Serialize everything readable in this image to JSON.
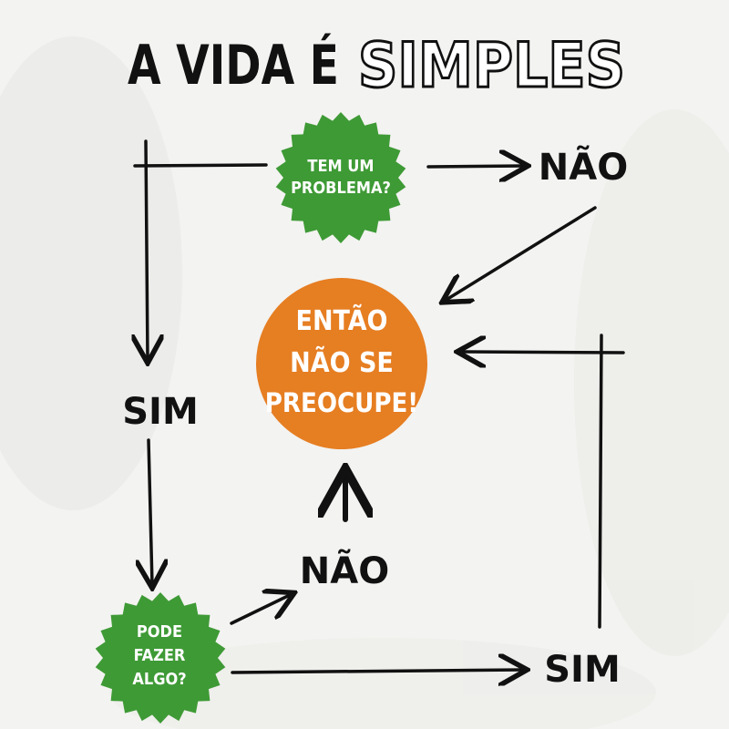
{
  "title": {
    "part1": "A VIDA É",
    "part2": "SIMPLES"
  },
  "nodes": {
    "problem": {
      "line1": "TEM UM",
      "line2": "PROBLEMA?"
    },
    "can_do": {
      "line1": "PODE",
      "line2": "FAZER",
      "line3": "ALGO?"
    },
    "conclusion": {
      "line1": "ENTÃO",
      "line2": "NÃO SE",
      "line3": "PREOCUPE!"
    }
  },
  "labels": {
    "no_top": "NÃO",
    "yes_left": "SIM",
    "no_bottom": "NÃO",
    "yes_right": "SIM"
  },
  "colors": {
    "background": "#f3f3f1",
    "green": "#3e9a35",
    "orange": "#e67e22",
    "ink": "#111111"
  }
}
